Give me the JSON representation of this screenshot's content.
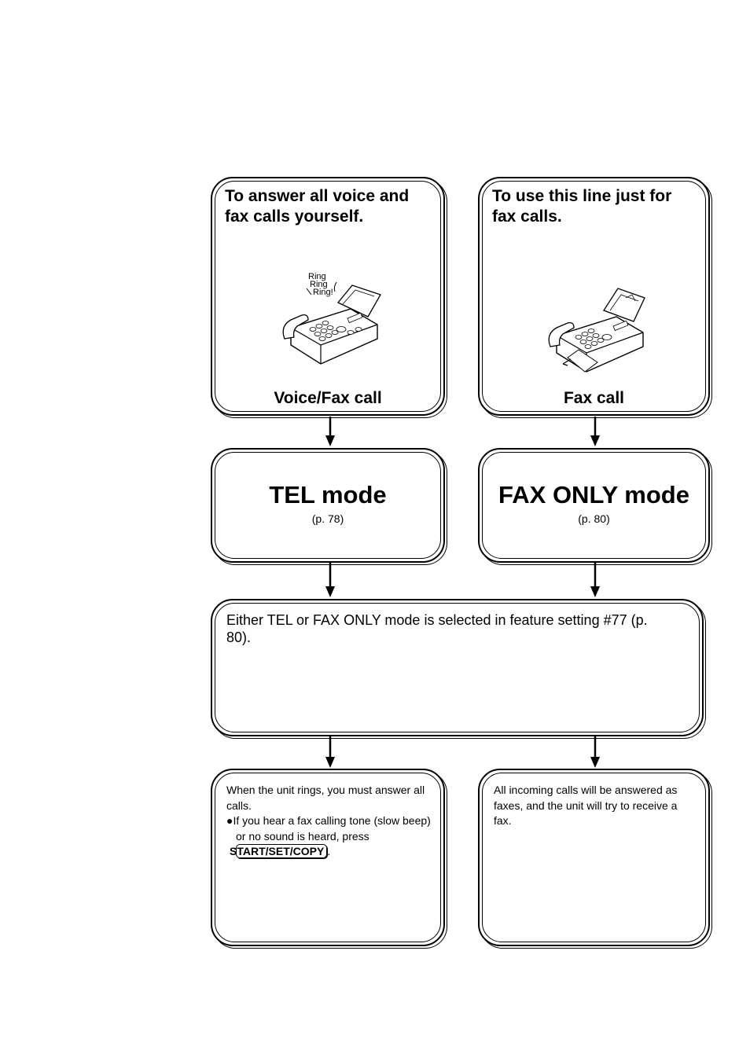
{
  "boxes": {
    "voice_fax": {
      "title": "To answer all voice and fax calls yourself.",
      "ring_text": [
        "Ring",
        "Ring",
        "Ring!"
      ],
      "caption": "Voice/Fax call"
    },
    "fax_only": {
      "title": "To use this line just for fax calls.",
      "caption": "Fax call"
    },
    "tel_mode": {
      "title": "TEL mode",
      "page": "(p. 78)"
    },
    "fax_only_mode": {
      "title": "FAX ONLY mode",
      "page": "(p. 80)"
    },
    "setting": {
      "text": "Either TEL or FAX ONLY mode is selected in feature setting #77 (p. 80)."
    },
    "tel_result": {
      "line1": "When the unit rings, you must answer all calls.",
      "bullet": "●If you hear a fax calling tone (slow beep) or no sound is heard, press",
      "key": "START/SET/COPY",
      "key_suffix": "."
    },
    "fax_result": {
      "text": "All incoming calls will be answered as faxes, and the unit will try to receive a fax."
    }
  },
  "icons": {
    "fax_machine": "fax-machine-icon",
    "arrow": "arrow-down-icon"
  }
}
